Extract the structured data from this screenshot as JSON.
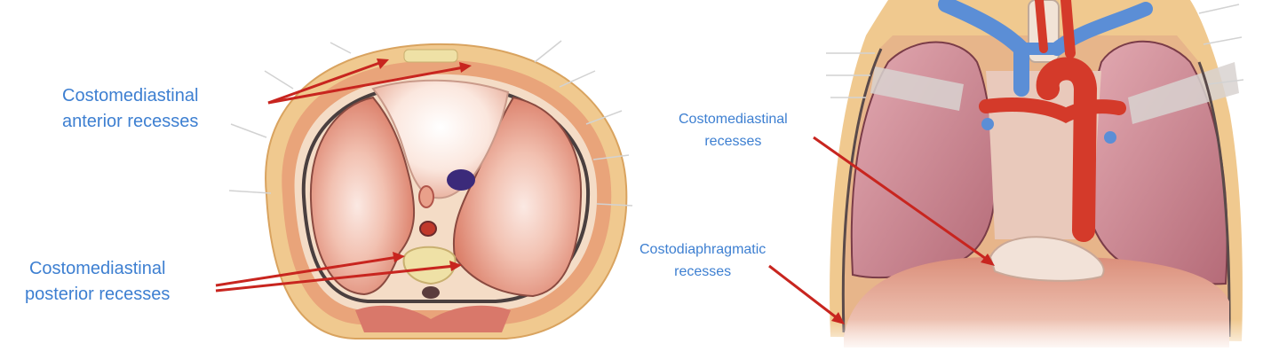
{
  "labels": {
    "anterior": {
      "line1": "Costomediastinal",
      "line2": "anterior recesses"
    },
    "posterior": {
      "line1": "Costomediastinal",
      "line2": "posterior recesses"
    },
    "coronal_cm": {
      "line1": "Costomediastinal",
      "line2": "recesses"
    },
    "coronal_cd": {
      "line1": "Costodiaphragmatic",
      "line2": "recesses"
    }
  },
  "colors": {
    "label_text": "#3d7fd1",
    "arrow": "#c8251f",
    "lung": "#e8a08e",
    "pleura_line": "#4a3f3f",
    "vessel_blue": "#5b8ed6",
    "vessel_red": "#d43a2a",
    "skin": "#f2d7a6"
  }
}
